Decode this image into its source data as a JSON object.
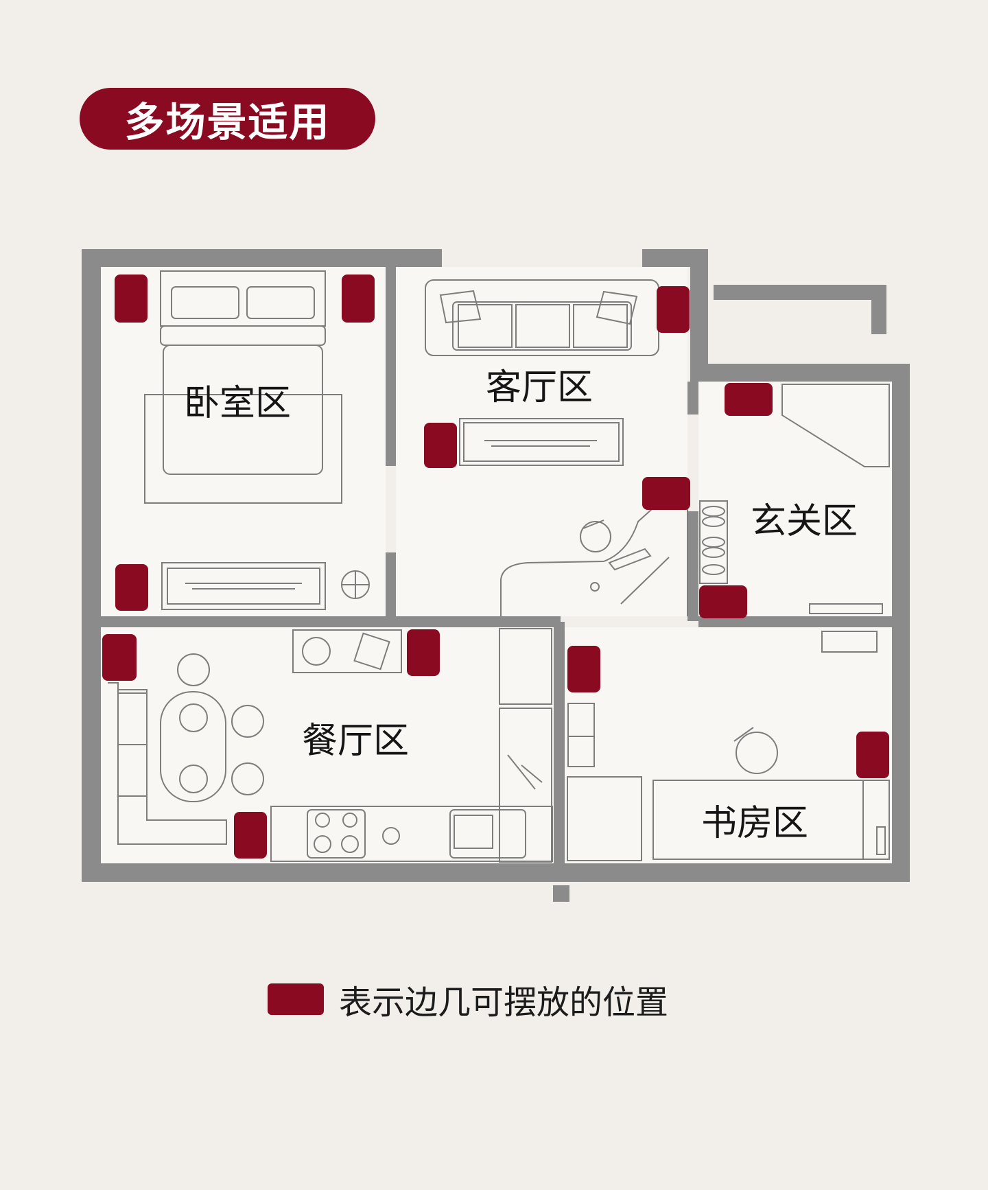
{
  "title": "多场景适用",
  "rooms": {
    "bedroom": "卧室区",
    "living": "客厅区",
    "entry": "玄关区",
    "dining": "餐厅区",
    "study": "书房区"
  },
  "legend": {
    "text": "表示边几可摆放的位置"
  },
  "colors": {
    "accent": "#8a0a22",
    "wall": "#8b8b8b",
    "floor": "#f8f7f4",
    "background": "#f2efeb",
    "line": "#7d7d7d"
  },
  "markers": {
    "bedroom_count": 3,
    "living_count": 3,
    "entry_count": 2,
    "dining_count": 3,
    "study_count": 2
  }
}
